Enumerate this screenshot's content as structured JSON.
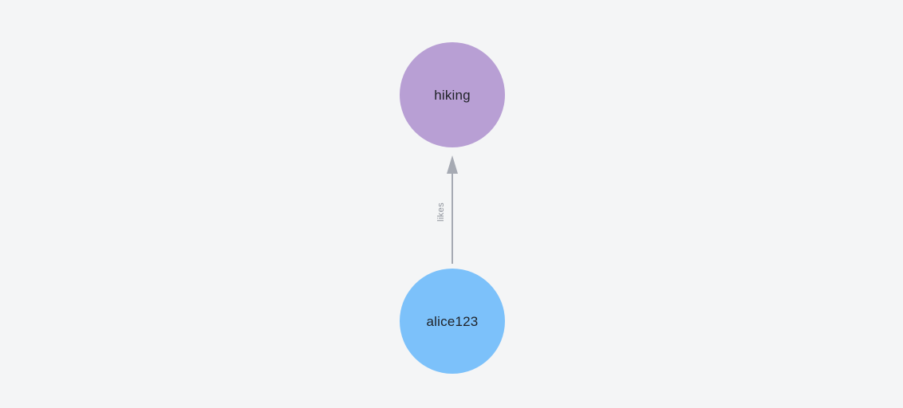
{
  "canvas": {
    "background": "#f4f5f6"
  },
  "graph": {
    "nodes": [
      {
        "id": "hiking",
        "label": "hiking",
        "color": "#b89fd4",
        "label_color": "#1f2227"
      },
      {
        "id": "alice123",
        "label": "alice123",
        "color": "#7cc1fa",
        "label_color": "#1f2227"
      }
    ],
    "edges": [
      {
        "from": "alice123",
        "to": "hiking",
        "label": "likes",
        "color": "#a6aab3",
        "label_color": "#8e929b",
        "direction": "up"
      }
    ]
  }
}
